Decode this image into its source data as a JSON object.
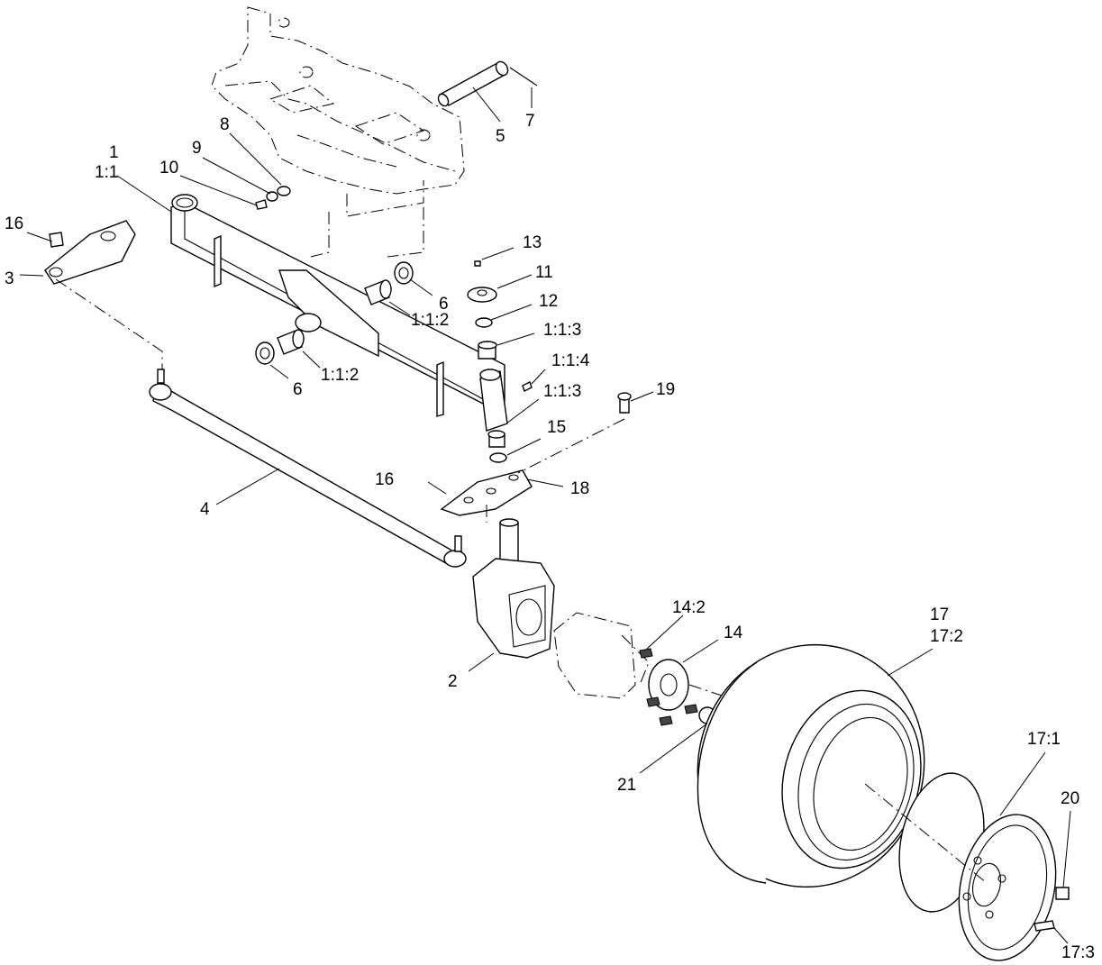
{
  "callouts": {
    "c1": "1",
    "c1_1": "1:1",
    "c1_1_2a": "1:1:2",
    "c1_1_2b": "1:1:2",
    "c1_1_3a": "1:1:3",
    "c1_1_3b": "1:1:3",
    "c1_1_4": "1:1:4",
    "c2": "2",
    "c3": "3",
    "c4": "4",
    "c5": "5",
    "c6a": "6",
    "c6b": "6",
    "c7": "7",
    "c8": "8",
    "c9": "9",
    "c10": "10",
    "c11": "11",
    "c12": "12",
    "c13": "13",
    "c14": "14",
    "c14_2": "14:2",
    "c15": "15",
    "c16a": "16",
    "c16b": "16",
    "c17": "17",
    "c17_1": "17:1",
    "c17_2": "17:2",
    "c17_3": "17:3",
    "c18": "18",
    "c19": "19",
    "c20": "20",
    "c21": "21"
  }
}
